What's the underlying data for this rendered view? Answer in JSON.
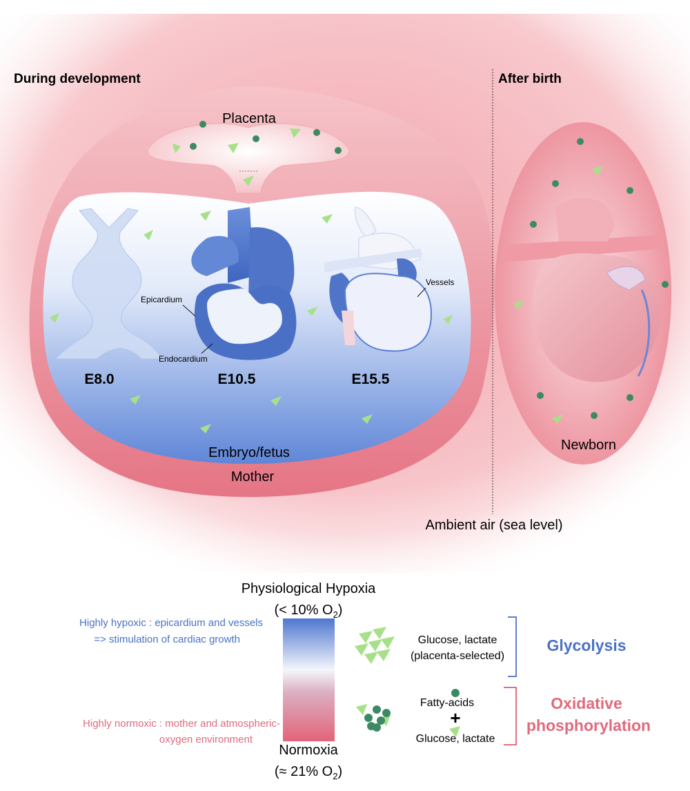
{
  "headers": {
    "during": "During development",
    "after": "After birth"
  },
  "labels": {
    "placenta": "Placenta",
    "embryo": "Embryo/fetus",
    "mother": "Mother",
    "newborn": "Newborn",
    "ambient": "Ambient air (sea level)",
    "epicardium": "Epicardium",
    "endocardium": "Endocardium",
    "vessels": "Vessels",
    "stage1": "E8.0",
    "stage2": "E10.5",
    "stage3": "E15.5"
  },
  "legend": {
    "hypoxia_title": "Physiological Hypoxia",
    "hypoxia_value": "(< 10% O",
    "hypoxia_sub": "2",
    "hypoxia_close": ")",
    "normoxia_title": "Normoxia",
    "normoxia_value": "(≈ 21% O",
    "normoxia_sub": "2",
    "normoxia_close": ")",
    "hypoxic_line1": "Highly hypoxic : epicardium and vessels",
    "hypoxic_line2": "=> stimulation of cardiac growth",
    "normoxic_line1": "Highly normoxic : mother and atmospheric-",
    "normoxic_line2": "oxygen environment",
    "glucose_line1": "Glucose, lactate",
    "glucose_line2": "(placenta-selected)",
    "fatty": "Fatty-acids",
    "plus": "+",
    "glucose_lactate": "Glucose, lactate",
    "glycolysis": "Glycolysis",
    "oxphos_line1": "Oxidative",
    "oxphos_line2": "phosphorylation"
  },
  "colors": {
    "hypoxic_blue": "#4a72c4",
    "normoxic_red": "#e06a7c",
    "glucose_green": "#a8e08a",
    "fatty_green": "#3c8a64",
    "bracket_blue": "#5b7fd0",
    "bracket_red": "#e0707f"
  },
  "icons": {
    "glucose": "light-green-triangle",
    "fatty_acid": "dark-green-circle"
  }
}
